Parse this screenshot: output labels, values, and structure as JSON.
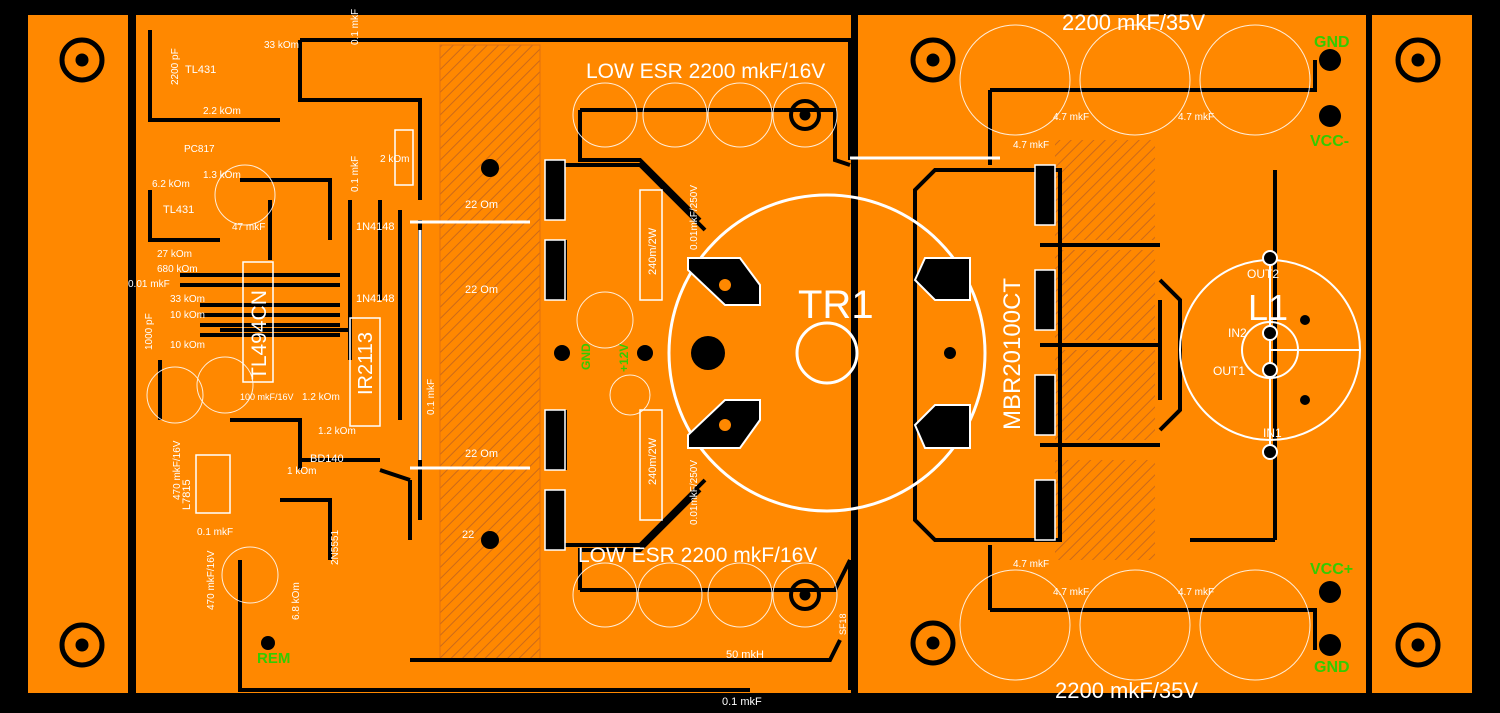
{
  "colors": {
    "board": "#ff8800",
    "trace": "#000000",
    "silk": "#ffffff",
    "net_label": "#33cc00"
  },
  "labels": {
    "cap_top_right": "2200 mkF/35V",
    "cap_bottom_right": "2200 mkF/35V",
    "cap_top_mid": "LOW ESR 2200 mkF/16V",
    "cap_bottom_mid": "LOW ESR 2200 mkF/16V",
    "tr1": "TR1",
    "l1": "L1",
    "diode": "MBR20100CT",
    "ic_main": "TL494CN",
    "ic_driver": "IR2113",
    "inductor_50": "50 mkH",
    "cap_01_bottom": "0.1 mkF",
    "out2": "OUT2",
    "in2": "IN2",
    "out1": "OUT1",
    "in1": "IN1",
    "tl431_a": "TL431",
    "tl431_b": "TL431",
    "pc817": "PC817",
    "bd140": "BD140",
    "l7815": "L7815",
    "n2n5551": "2N5551",
    "d1n4148_a": "1N4148",
    "d1n4148_b": "1N4148",
    "r_22_a": "22 Om",
    "r_22_b": "22 Om",
    "r_22_c": "22 Om",
    "r_22_d": "22",
    "r_240_a": "240m/2W",
    "r_240_b": "240m/2W",
    "c_250_a": "0.01mkF/250V",
    "c_250_b": "0.01mkF/250V",
    "c_47_1": "4.7 mkF",
    "c_47_2": "4.7 mkF",
    "c_47_3": "4.7 mkF",
    "c_47_4": "4.7 mkF",
    "c_47_5": "4.7 mkF",
    "c_47_6": "4.7 mkF",
    "r_33k": "33 kOm",
    "r_22k": "2.2 kOm",
    "r_13k": "1.3 kOm",
    "r_62k": "6.2 kOm",
    "r_27k": "27 kOm",
    "r_680k": "680 kOm",
    "r_33k_b": "33 kOm",
    "r_10k_a": "10 kOm",
    "r_10k_b": "10 kOm",
    "c_01_left": "0.01 mkF",
    "c_1000p": "1000 pF",
    "c_2200p": "2200 pF",
    "c_47mkf": "47 mkF",
    "c_100": "100 mkF/16V",
    "c_470_a": "470 mkF/16V",
    "c_470_b": "470 mkF/16V",
    "r_12k_a": "1.2 kOm",
    "r_12k_b": "1.2 kOm",
    "r_1k": "1 kOm",
    "r_68k": "6.8 kOm",
    "r_2k": "2 kOm",
    "c_01_a": "0.1 mkF",
    "c_01_b": "0.1 mkF",
    "c_01_c": "0.1 mkF",
    "c_01_d": "0.1 mkF",
    "sf18": "SF18"
  },
  "net_labels": {
    "gnd_top": "GND",
    "vcc_minus": "VCC-",
    "vcc_plus": "VCC+",
    "gnd_bottom": "GND",
    "rem": "REM",
    "gnd_center": "GND",
    "plus12v": "+12V"
  }
}
